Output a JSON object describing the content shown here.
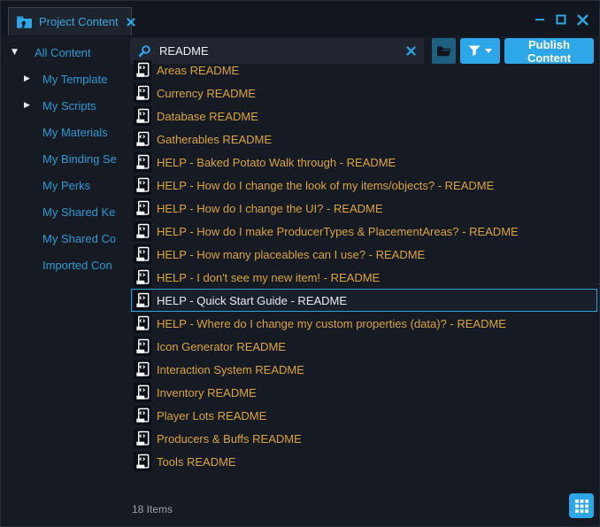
{
  "tab": {
    "title": "Project Content"
  },
  "sidebar": {
    "items": [
      {
        "label": "All Content",
        "arrow": "expanded",
        "indent": 0
      },
      {
        "label": "My Template",
        "arrow": "collapsed",
        "indent": 1
      },
      {
        "label": "My Scripts",
        "arrow": "collapsed",
        "indent": 1
      },
      {
        "label": "My Materials",
        "arrow": "none",
        "indent": 1
      },
      {
        "label": "My Binding Se",
        "arrow": "none",
        "indent": 1
      },
      {
        "label": "My Perks",
        "arrow": "none",
        "indent": 1
      },
      {
        "label": "My Shared Ke",
        "arrow": "none",
        "indent": 1
      },
      {
        "label": "My Shared Co",
        "arrow": "none",
        "indent": 1
      },
      {
        "label": "Imported Con",
        "arrow": "none",
        "indent": 1
      }
    ]
  },
  "toolbar": {
    "search": {
      "value": "README",
      "placeholder": ""
    },
    "publish_label": "Publish Content"
  },
  "list": {
    "selected_index": 10,
    "items": [
      "Areas README",
      "Currency README",
      "Database README",
      "Gatherables README",
      "HELP - Baked Potato Walk through - README",
      "HELP - How do I change the look of my items/objects? - README",
      "HELP - How do I change the UI? - README",
      "HELP - How do I make ProducerTypes & PlacementAreas? - README",
      "HELP - How many placeables can I use? - README",
      "HELP - I don't see my new item! - README",
      "HELP - Quick Start Guide - README",
      "HELP - Where do I change my custom properties (data)? - README",
      "Icon Generator README",
      "Interaction System README",
      "Inventory README",
      "Player Lots README",
      "Producers & Buffs README",
      "Tools README"
    ]
  },
  "status": {
    "count": "18 Items"
  },
  "colors": {
    "accent_blue": "#2da7e8",
    "sidebar_blue": "#2b9ad3",
    "item_orange": "#dca439",
    "selected_border": "#2ba0dc",
    "window_bg": "#151a23"
  }
}
